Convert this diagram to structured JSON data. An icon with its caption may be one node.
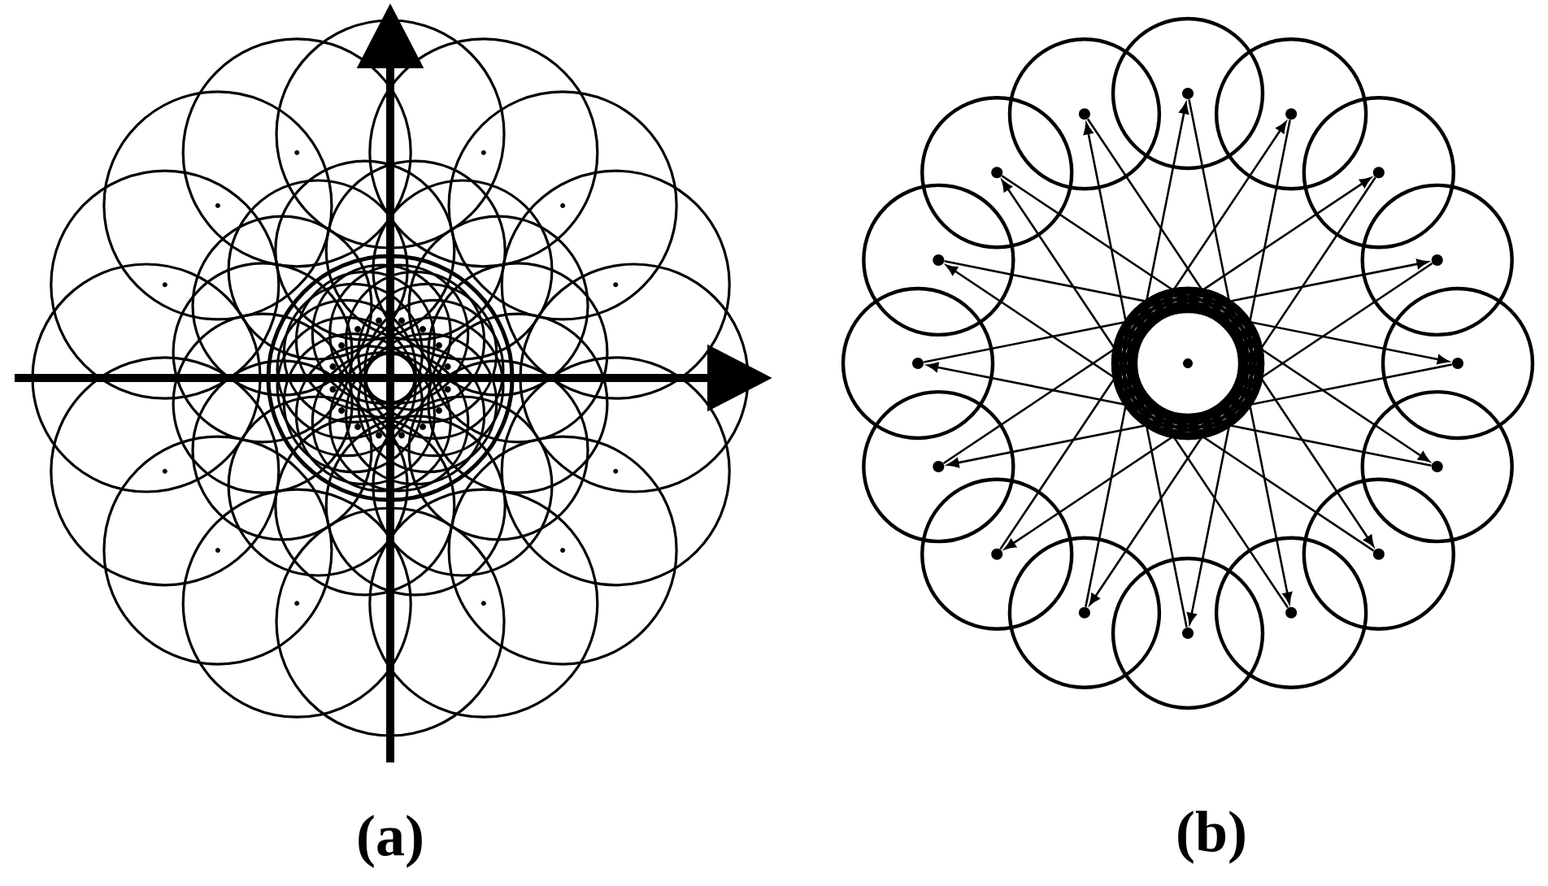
{
  "diagram": {
    "nodes": [
      {
        "text": [],
        "shape": "circle"
      },
      {
        "text": [],
        "shape": "circle"
      },
      {
        "text": [],
        "shape": "circle"
      },
      {
        "text": [],
        "shape": "circle"
      },
      {
        "text": [],
        "shape": "circle"
      },
      {
        "text": [],
        "shape": "circle"
      },
      {
        "text": [],
        "shape": "circle"
      },
      {
        "text": [],
        "shape": "circle"
      },
      {
        "text": [],
        "shape": "circle"
      },
      {
        "text": [],
        "shape": "circle"
      },
      {
        "text": [],
        "shape": "circle"
      },
      {
        "text": [],
        "shape": "circle"
      },
      {
        "text": [],
        "shape": "circle"
      },
      {
        "text": [],
        "shape": "circle"
      },
      {
        "text": [],
        "shape": "circle"
      },
      {
        "text": [],
        "shape": "circle"
      }
    ],
    "edges": [
      {
        "from": 0,
        "to": 14,
        "arrow": "to"
      },
      {
        "from": 2,
        "to": 15,
        "arrow": "to"
      },
      {
        "from": 4,
        "to": 13,
        "arrow": "to"
      },
      {
        "from": 6,
        "to": 11,
        "arrow": "to"
      },
      {
        "from": 8,
        "to": 9,
        "arrow": "to"
      },
      {
        "from": 10,
        "to": 7,
        "arrow": "to"
      },
      {
        "from": 12,
        "to": 5,
        "arrow": "to"
      },
      {
        "from": 14,
        "to": 3,
        "arrow": "to"
      },
      {
        "from": 15,
        "to": 1,
        "arrow": "to"
      },
      {
        "from": 13,
        "to": 0,
        "arrow": "to"
      },
      {
        "from": 11,
        "to": 2,
        "arrow": "to"
      },
      {
        "from": 9,
        "to": 4,
        "arrow": "to"
      },
      {
        "from": 7,
        "to": 6,
        "arrow": "to"
      },
      {
        "from": 5,
        "to": 8,
        "arrow": "to"
      },
      {
        "from": 3,
        "to": 10,
        "arrow": "to"
      },
      {
        "from": 1,
        "to": 12,
        "arrow": "to"
      }
    ],
    "labels": [
      "(a)",
      "(b)"
    ]
  }
}
